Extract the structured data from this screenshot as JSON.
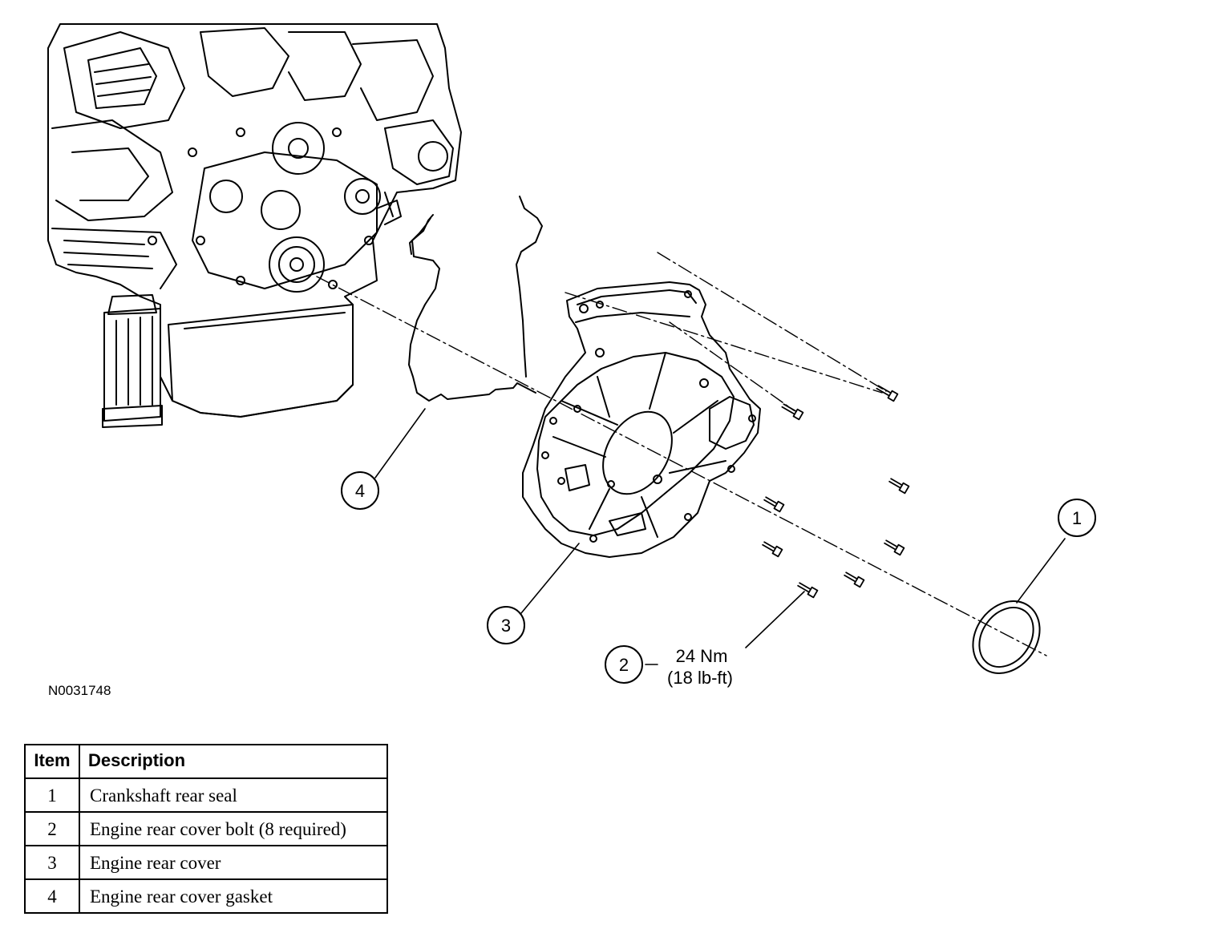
{
  "figure_id": "N0031748",
  "callouts": [
    {
      "number": "1",
      "target": "crankshaft-rear-seal"
    },
    {
      "number": "2",
      "target": "rear-cover-bolts"
    },
    {
      "number": "3",
      "target": "engine-rear-cover"
    },
    {
      "number": "4",
      "target": "engine-rear-cover-gasket"
    }
  ],
  "torque": {
    "metric": "24 Nm",
    "imperial": "(18 lb-ft)"
  },
  "legend": {
    "headers": {
      "item": "Item",
      "description": "Description"
    },
    "rows": [
      {
        "item": "1",
        "description": "Crankshaft rear seal"
      },
      {
        "item": "2",
        "description": "Engine rear cover bolt (8 required)"
      },
      {
        "item": "3",
        "description": "Engine rear cover"
      },
      {
        "item": "4",
        "description": "Engine rear cover gasket"
      }
    ]
  }
}
